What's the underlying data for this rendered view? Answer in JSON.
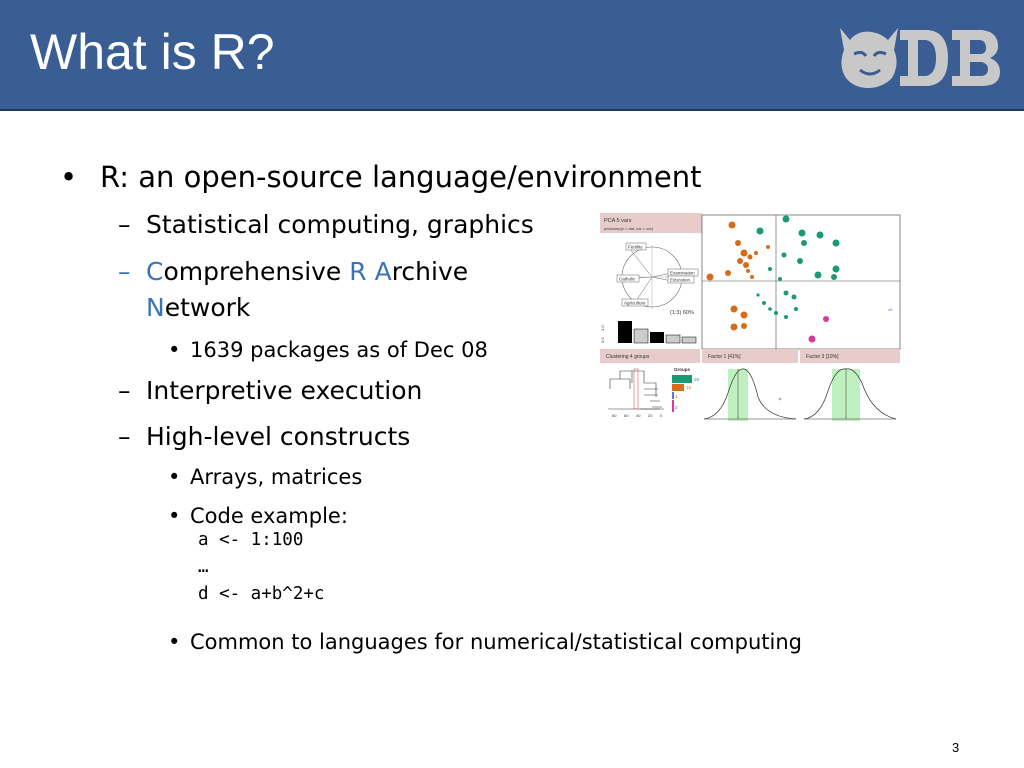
{
  "slide": {
    "title": "What is R?",
    "page_number": "3"
  },
  "colors": {
    "title_bar": "#3a5e94",
    "accent": "#3a73b8",
    "logo": "#c8c8c8"
  },
  "icons": {
    "logo": "duke-db-logo-icon",
    "figure": "r-graphics-example-icon"
  },
  "bullets": {
    "b1": "R: an open-source language/environment",
    "b1_1": "Statistical computing, graphics",
    "b1_2": {
      "c": "C",
      "omprehensive": "omprehensive ",
      "r": "R",
      "space": " ",
      "a": "A",
      "rchive": "rchive",
      "n": "N",
      "etwork": "etwork"
    },
    "b1_2_1": "1639 packages as of Dec 08",
    "b1_3": "Interpretive execution",
    "b1_4": "High-level constructs",
    "b1_4_1": "Arrays, matrices",
    "b1_4_2": "Code example:",
    "code": [
      "a <- 1:100",
      "…",
      "d <- a+b^2+c"
    ],
    "b1_4_3": "Common to languages for numerical/statistical computing"
  },
  "figure": {
    "pca_title": "PCA 5 vars",
    "pca_call": "princomp(x = dat, cor = cor)",
    "variables": [
      "Fertility",
      "Catholic",
      "Examination",
      "Education",
      "Agriculture"
    ],
    "variance_label": "(1:3) 60%",
    "axis_ticks": [
      "0.0",
      "1.0"
    ],
    "clustering_label": "Clustering  4 groups",
    "factor1_label": "Factor 1 [41%]",
    "factor3_label": "Factor 3 [19%]",
    "groups_label": "Groups",
    "group_counts": [
      "28",
      "16",
      "1",
      "2"
    ],
    "dendro_ticks": [
      "80",
      "60",
      "40",
      "20",
      "0"
    ],
    "point_label": "45"
  }
}
